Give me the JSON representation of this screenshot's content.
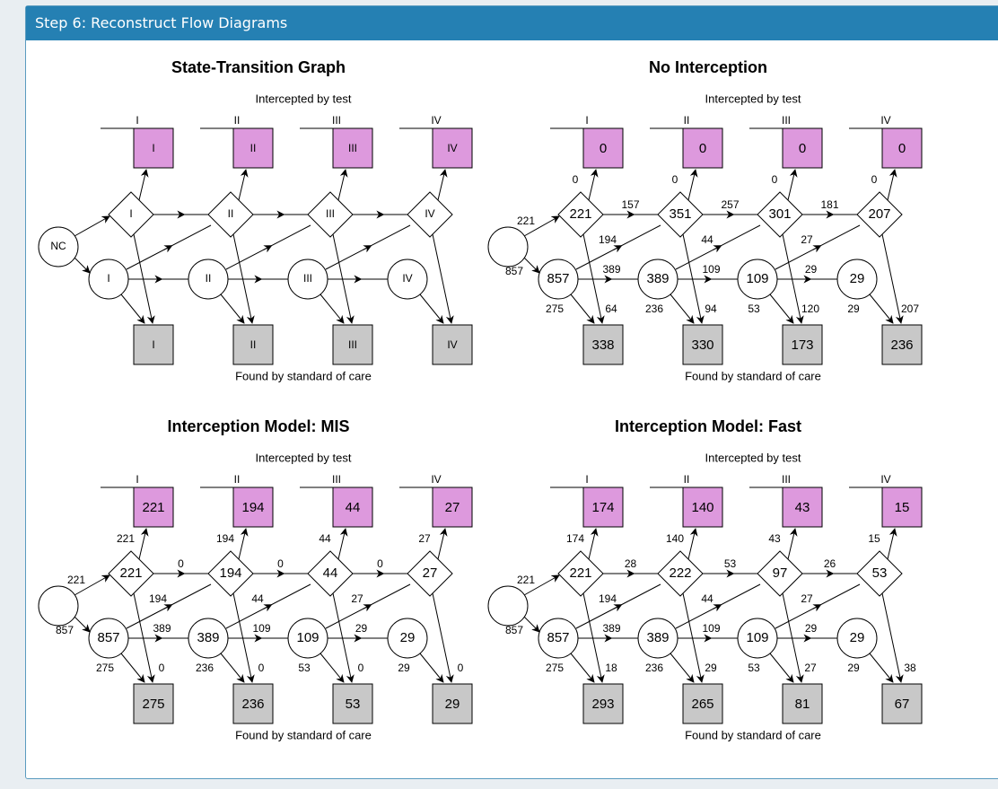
{
  "header": {
    "title": "Step 6: Reconstruct Flow Diagrams"
  },
  "colors": {
    "header_bg": "#2580b3",
    "intercepted_box": "#dd99dd",
    "found_box": "#c8c8c8"
  },
  "stages": [
    "I",
    "II",
    "III",
    "IV"
  ],
  "panels": [
    {
      "title": "State-Transition Graph",
      "intercepted_caption": "Intercepted by test",
      "found_caption": "Found by standard of care",
      "nc_label": "NC",
      "top_box": [
        "I",
        "II",
        "III",
        "IV"
      ],
      "diamond": [
        "I",
        "II",
        "III",
        "IV"
      ],
      "circle": [
        "I",
        "II",
        "III",
        "IV"
      ],
      "bottom_box": [
        "I",
        "II",
        "III",
        "IV"
      ],
      "label_to_top": [
        "",
        "",
        "",
        ""
      ],
      "label_d_to_d": [
        "",
        "",
        ""
      ],
      "label_d_to_c": [
        "",
        "",
        ""
      ],
      "label_c_to_c": [
        "",
        "",
        ""
      ],
      "label_c_to_bottom": [
        "",
        "",
        "",
        ""
      ],
      "label_d_to_bottom": [
        "",
        "",
        "",
        ""
      ],
      "label_nc_to_d": "",
      "label_nc_to_c": ""
    },
    {
      "title": "No Interception",
      "intercepted_caption": "Intercepted by test",
      "found_caption": "Found by standard of care",
      "nc_label": "",
      "top_box": [
        "0",
        "0",
        "0",
        "0"
      ],
      "diamond": [
        "221",
        "351",
        "301",
        "207"
      ],
      "circle": [
        "857",
        "389",
        "109",
        "29"
      ],
      "bottom_box": [
        "338",
        "330",
        "173",
        "236"
      ],
      "label_to_top": [
        "0",
        "0",
        "0",
        "0"
      ],
      "label_d_to_d": [
        "157",
        "257",
        "181"
      ],
      "label_d_to_c": [
        "194",
        "44",
        "27"
      ],
      "label_c_to_c": [
        "389",
        "109",
        "29"
      ],
      "label_c_to_bottom": [
        "275",
        "236",
        "53",
        "29"
      ],
      "label_d_to_bottom": [
        "64",
        "94",
        "120",
        "207"
      ],
      "label_nc_to_d": "221",
      "label_nc_to_c": "857"
    },
    {
      "title": "Interception Model: MIS",
      "intercepted_caption": "Intercepted by test",
      "found_caption": "Found by standard of care",
      "nc_label": "",
      "top_box": [
        "221",
        "194",
        "44",
        "27"
      ],
      "diamond": [
        "221",
        "194",
        "44",
        "27"
      ],
      "circle": [
        "857",
        "389",
        "109",
        "29"
      ],
      "bottom_box": [
        "275",
        "236",
        "53",
        "29"
      ],
      "label_to_top": [
        "221",
        "194",
        "44",
        "27"
      ],
      "label_d_to_d": [
        "0",
        "0",
        "0"
      ],
      "label_d_to_c": [
        "194",
        "44",
        "27"
      ],
      "label_c_to_c": [
        "389",
        "109",
        "29"
      ],
      "label_c_to_bottom": [
        "275",
        "236",
        "53",
        "29"
      ],
      "label_d_to_bottom": [
        "0",
        "0",
        "0",
        "0"
      ],
      "label_nc_to_d": "221",
      "label_nc_to_c": "857"
    },
    {
      "title": "Interception Model: Fast",
      "intercepted_caption": "Intercepted by test",
      "found_caption": "Found by standard of care",
      "nc_label": "",
      "top_box": [
        "174",
        "140",
        "43",
        "15"
      ],
      "diamond": [
        "221",
        "222",
        "97",
        "53"
      ],
      "circle": [
        "857",
        "389",
        "109",
        "29"
      ],
      "bottom_box": [
        "293",
        "265",
        "81",
        "67"
      ],
      "label_to_top": [
        "174",
        "140",
        "43",
        "15"
      ],
      "label_d_to_d": [
        "28",
        "53",
        "26"
      ],
      "label_d_to_c": [
        "194",
        "44",
        "27"
      ],
      "label_c_to_c": [
        "389",
        "109",
        "29"
      ],
      "label_c_to_bottom": [
        "275",
        "236",
        "53",
        "29"
      ],
      "label_d_to_bottom": [
        "18",
        "29",
        "27",
        "38"
      ],
      "label_nc_to_d": "221",
      "label_nc_to_c": "857"
    }
  ]
}
